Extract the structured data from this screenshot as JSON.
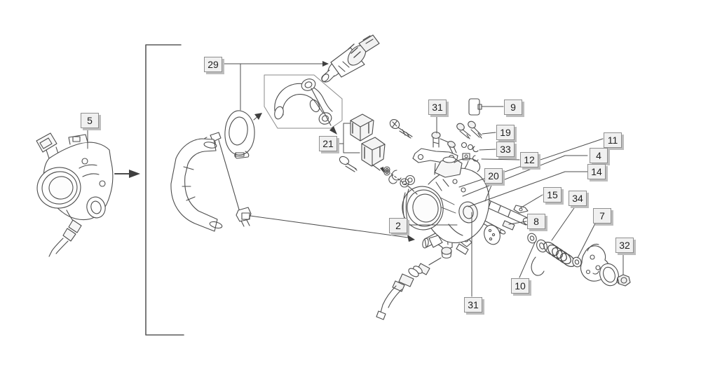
{
  "palette": {
    "background": "#ffffff",
    "line_art": "#4d4d4d",
    "detail_box_outline": "#8a8a8a",
    "callout_bg": "#f0f0f0",
    "callout_border": "#8f8f8f",
    "callout_shadow": "#bdbdbd",
    "callout_text": "#1f1f1f"
  },
  "callouts": [
    {
      "id": "5",
      "label": "5"
    },
    {
      "id": "29",
      "label": "29"
    },
    {
      "id": "21",
      "label": "21"
    },
    {
      "id": "2",
      "label": "2"
    },
    {
      "id": "31-top",
      "label": "31"
    },
    {
      "id": "9",
      "label": "9"
    },
    {
      "id": "19",
      "label": "19"
    },
    {
      "id": "33",
      "label": "33"
    },
    {
      "id": "12",
      "label": "12"
    },
    {
      "id": "11",
      "label": "11"
    },
    {
      "id": "4",
      "label": "4"
    },
    {
      "id": "14",
      "label": "14"
    },
    {
      "id": "20",
      "label": "20"
    },
    {
      "id": "15",
      "label": "15"
    },
    {
      "id": "8",
      "label": "8"
    },
    {
      "id": "34",
      "label": "34"
    },
    {
      "id": "7",
      "label": "7"
    },
    {
      "id": "32",
      "label": "32"
    },
    {
      "id": "10",
      "label": "10"
    },
    {
      "id": "31-bottom",
      "label": "31"
    }
  ]
}
